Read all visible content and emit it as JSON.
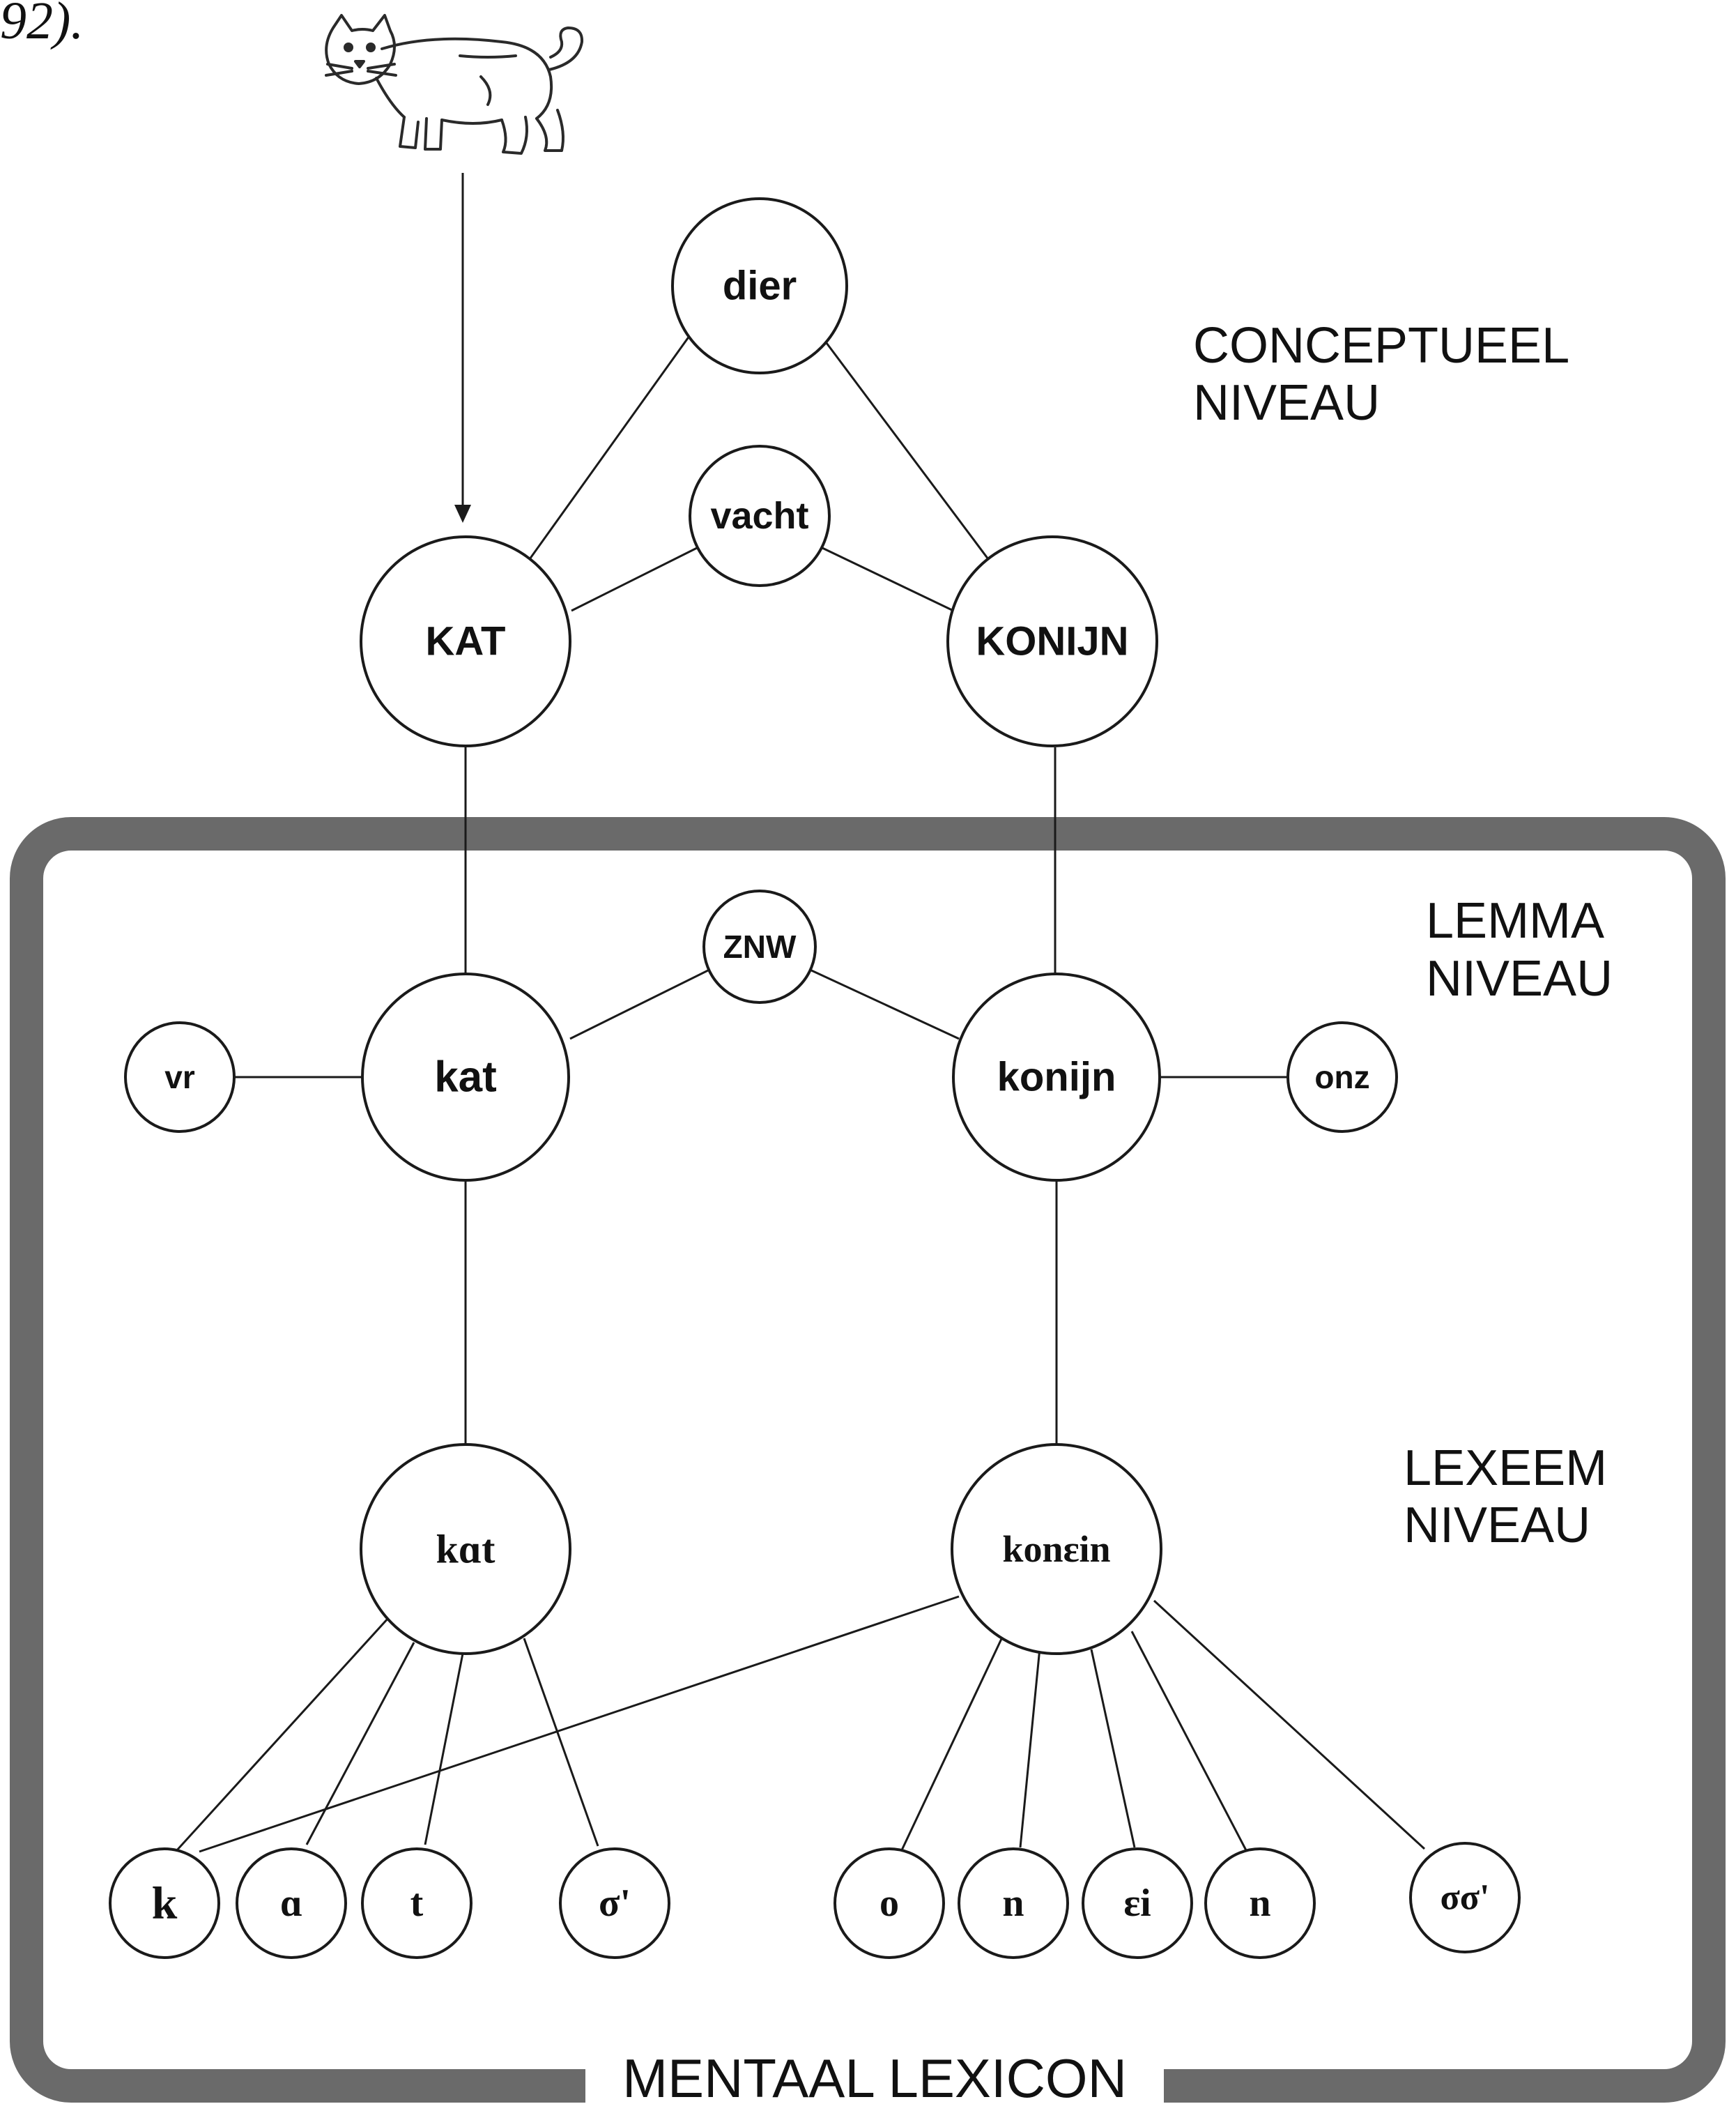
{
  "caption_fragment": "92).",
  "levels": {
    "conceptual": [
      "CONCEPTUEEL",
      "NIVEAU"
    ],
    "lemma": [
      "LEMMA",
      "NIVEAU"
    ],
    "lexeme": [
      "LEXEEM",
      "NIVEAU"
    ]
  },
  "frame_label": "MENTAAL LEXICON",
  "nodes": {
    "dier": "dier",
    "vacht": "vacht",
    "KAT": "KAT",
    "KONIJN": "KONIJN",
    "ZNW": "ZNW",
    "vr": "vr",
    "kat_lemma": "kat",
    "konijn_lemma": "konijn",
    "onz": "onz",
    "kat_lexeme": "kɑt",
    "konijn_lexeme": "konɛin",
    "k": "k",
    "a": "ɑ",
    "t": "t",
    "sigma1": "σ'",
    "o": "o",
    "n1": "n",
    "ei": "ɛi",
    "n2": "n",
    "sigma2": "σσ'"
  },
  "image": {
    "name": "cat-illustration"
  },
  "colors": {
    "frame": "#6a6a6a",
    "stroke": "#1a1a1a"
  }
}
